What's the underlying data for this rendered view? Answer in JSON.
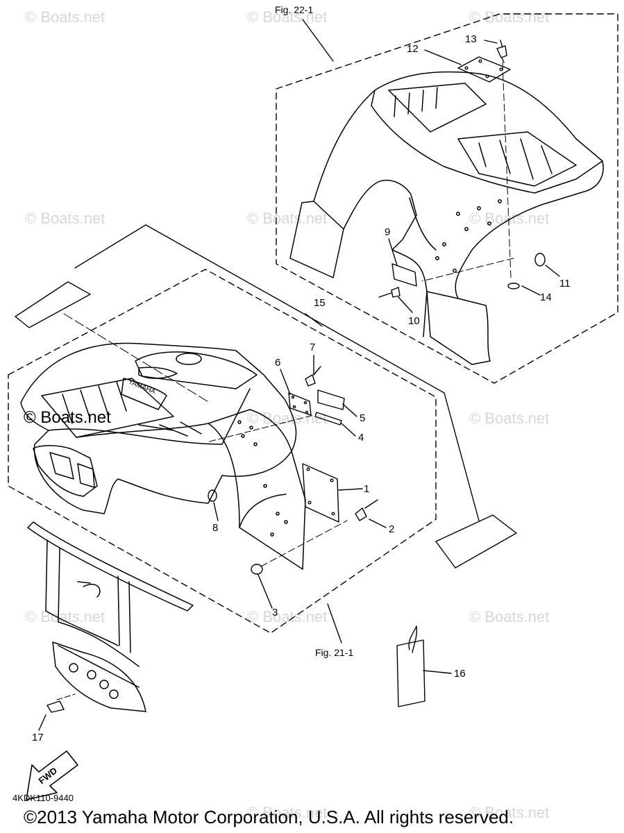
{
  "watermarks": {
    "faint_text": "© Boats.net",
    "dark_text": "© Boats.net"
  },
  "figure_refs": {
    "fig_22_1": "Fig. 22-1",
    "fig_21_1": "Fig. 21-1"
  },
  "callouts": [
    "1",
    "2",
    "3",
    "4",
    "5",
    "6",
    "7",
    "8",
    "9",
    "10",
    "11",
    "12",
    "13",
    "14",
    "15",
    "16",
    "17"
  ],
  "labels": {
    "fwd": "FWD",
    "yamaha": "YAMAHA"
  },
  "diagram_code": "4KDK110-9440",
  "copyright": "©2013 Yamaha Motor Corporation, U.S.A. All rights reserved."
}
